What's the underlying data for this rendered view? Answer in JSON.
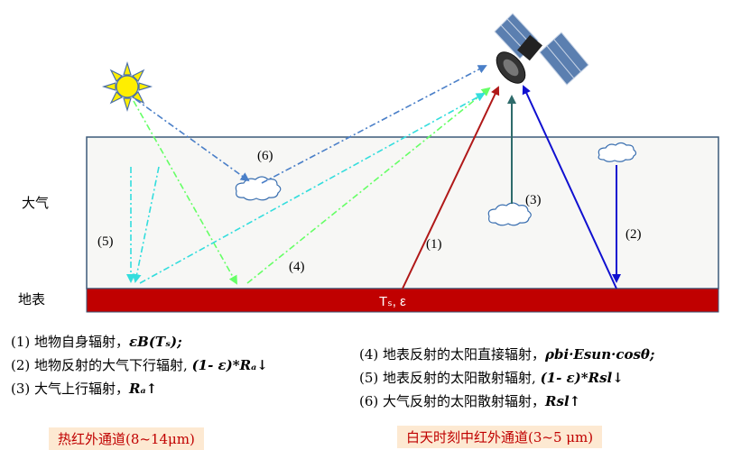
{
  "zones": {
    "atmosphere": "大气",
    "surface": "地表"
  },
  "surface_label": "Tₛ,   ε",
  "path_labels": [
    "(1)",
    "(2)",
    "(3)",
    "(4)",
    "(5)",
    "(6)"
  ],
  "legend_left": [
    {
      "text": "(1) 地物自身辐射，",
      "formula": "εB(Tₛ);"
    },
    {
      "text": "(2) 地物反射的大气下行辐射, ",
      "formula": "(1- ε)*Rₐ↓"
    },
    {
      "text": "(3) 大气上行辐射，",
      "formula": "Rₐ↑"
    }
  ],
  "legend_right": [
    {
      "text": "(4) 地表反射的太阳直接辐射，",
      "formula": "ρbi·Esun·cosθ;"
    },
    {
      "text": "(5) 地表反射的太阳散射辐射, ",
      "formula": "(1- ε)*Rsl↓"
    },
    {
      "text": "(6) 大气反射的太阳散射辐射，",
      "formula": "Rsl↑"
    }
  ],
  "channels": {
    "thermal": "热红外通道(8~14μm)",
    "midir": "白天时刻中红外通道(3~5 μm)"
  },
  "colors": {
    "surface_bar": "#c00000",
    "path1": "#b01818",
    "path2": "#1010d0",
    "path3": "#2e6b6b",
    "path4": "#66ff66",
    "path5": "#33dddd",
    "path6": "#4a7fc8",
    "sun": "#ffee00"
  }
}
